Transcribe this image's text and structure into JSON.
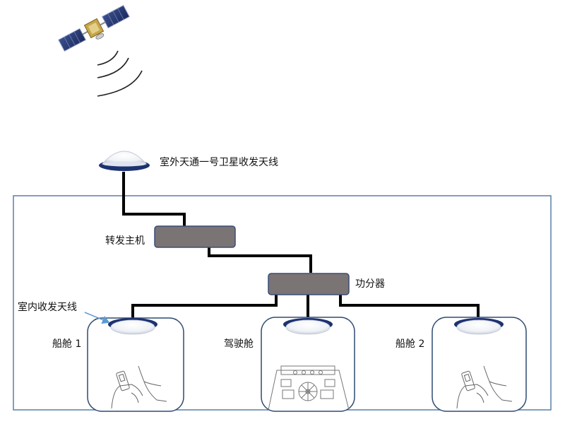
{
  "labels": {
    "outdoor_antenna": "室外天通一号卫星收发天线",
    "repeater_host": "转发主机",
    "power_splitter": "功分器",
    "indoor_antenna": "室内收发天线",
    "cabin_1": "船舱 1",
    "bridge": "驾驶舱",
    "cabin_2": "船舱 2"
  },
  "colors": {
    "frame_border": "#5a7fa8",
    "room_border": "#2f4a70",
    "device_fill": "#7a7474",
    "device_border": "#3a4d78",
    "cable": "#000000",
    "antenna_rim": "#1d3270",
    "pointer_arrow": "#5b9bd5"
  }
}
